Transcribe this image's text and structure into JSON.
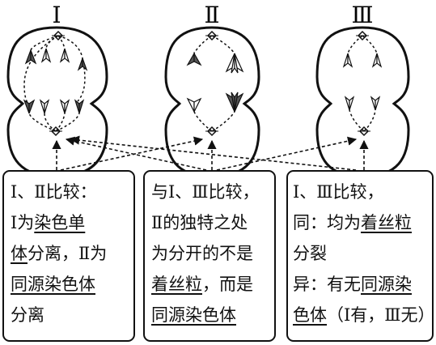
{
  "cells": [
    {
      "label": "Ⅰ"
    },
    {
      "label": "Ⅱ"
    },
    {
      "label": "Ⅲ"
    }
  ],
  "boxes": [
    {
      "lines": [
        [
          {
            "t": "Ⅰ、Ⅱ比较："
          }
        ],
        [
          {
            "t": "Ⅰ为"
          },
          {
            "t": "染色单",
            "u": true
          }
        ],
        [
          {
            "t": "体",
            "u": true
          },
          {
            "t": "分离，Ⅱ为"
          }
        ],
        [
          {
            "t": "同源染色体",
            "u": true
          }
        ],
        [
          {
            "t": "分离"
          }
        ]
      ]
    },
    {
      "lines": [
        [
          {
            "t": "与Ⅰ、Ⅲ比较，"
          }
        ],
        [
          {
            "t": "Ⅱ的独特之处"
          }
        ],
        [
          {
            "t": "为分开的不是"
          }
        ],
        [
          {
            "t": "着丝粒",
            "u": true
          },
          {
            "t": "，而是"
          }
        ],
        [
          {
            "t": "同源染色体",
            "u": true
          }
        ]
      ]
    },
    {
      "lines": [
        [
          {
            "t": "Ⅰ、Ⅲ比较，"
          }
        ],
        [
          {
            "t": "同：均为"
          },
          {
            "t": "着丝粒",
            "u": true
          }
        ],
        [
          {
            "t": "分裂"
          }
        ],
        [
          {
            "t": "异：有无"
          },
          {
            "t": "同源染",
            "u": true
          }
        ],
        [
          {
            "t": "色体",
            "u": true
          },
          {
            "t": "（Ⅰ有，Ⅲ无）"
          }
        ]
      ]
    }
  ]
}
